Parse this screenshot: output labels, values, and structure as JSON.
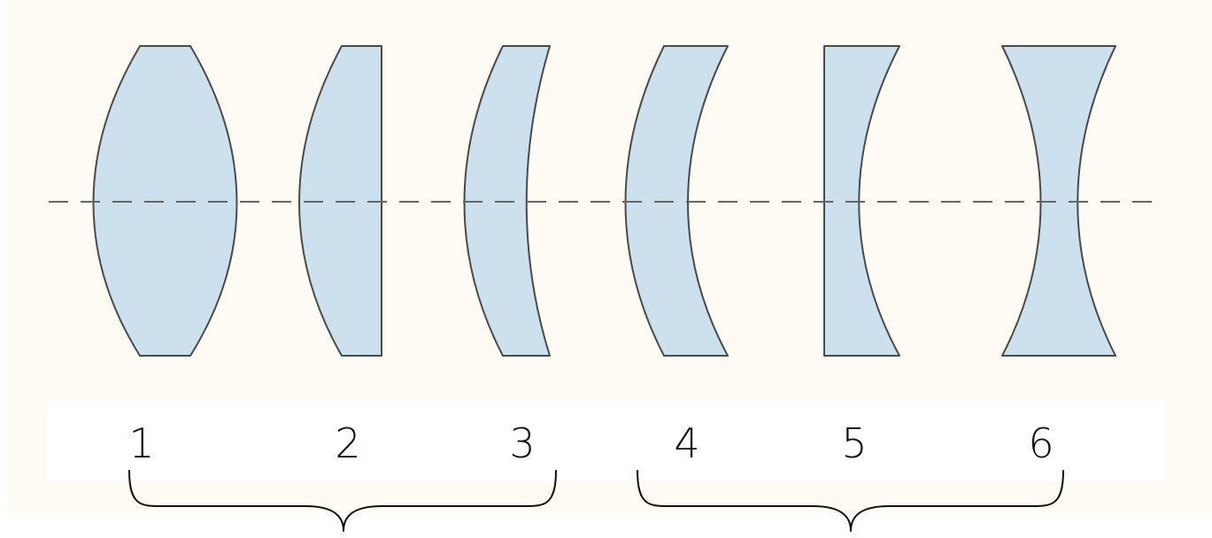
{
  "diagram": {
    "colors": {
      "panel_background": "#fdfbf4",
      "label_strip": "#ffffff",
      "lens_fill": "#cce0ee",
      "lens_stroke": "#4a4a4a",
      "axis": "#666666",
      "ink": "#111111"
    },
    "lenses": [
      {
        "number": "1",
        "kind": "biconvex"
      },
      {
        "number": "2",
        "kind": "plano-convex"
      },
      {
        "number": "3",
        "kind": "positive-meniscus"
      },
      {
        "number": "4",
        "kind": "negative-meniscus"
      },
      {
        "number": "5",
        "kind": "plano-concave"
      },
      {
        "number": "6",
        "kind": "biconcave"
      }
    ],
    "groups": [
      {
        "members": [
          "1",
          "2",
          "3"
        ]
      },
      {
        "members": [
          "4",
          "5",
          "6"
        ]
      }
    ]
  }
}
